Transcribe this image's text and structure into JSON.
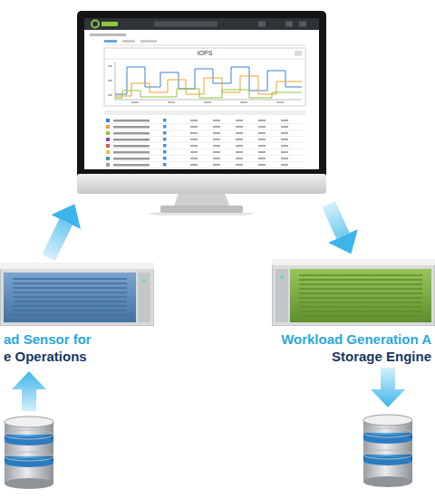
{
  "diagram": {
    "nodes": [
      {
        "text": [
          "IOPS"
        ]
      },
      {
        "text": [
          "ad Sensor for e Operations"
        ]
      },
      {
        "text": [
          "Workload Generation A Storage Engine"
        ]
      }
    ],
    "edges": [
      {
        "from": 1,
        "to": 0,
        "arrow": "to"
      },
      {
        "from": 0,
        "to": 2,
        "arrow": "to"
      }
    ]
  }
}
